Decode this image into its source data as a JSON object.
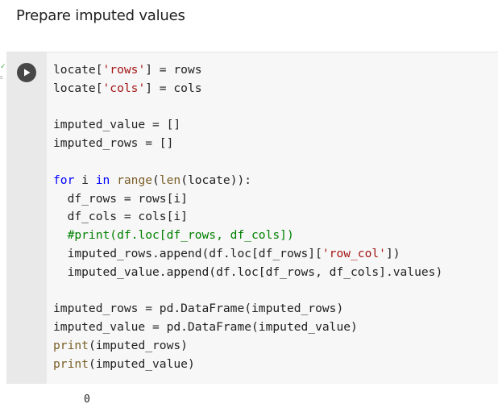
{
  "section": {
    "title": "Prepare imputed values"
  },
  "cell": {
    "run_icon": "play-icon",
    "status": {
      "check": "✓",
      "exec": "s"
    },
    "code_lines": [
      [
        {
          "t": "locate[",
          "c": ""
        },
        {
          "t": "'rows'",
          "c": "str"
        },
        {
          "t": "] = rows",
          "c": ""
        }
      ],
      [
        {
          "t": "locate[",
          "c": ""
        },
        {
          "t": "'cols'",
          "c": "str"
        },
        {
          "t": "] = cols",
          "c": ""
        }
      ],
      [],
      [
        {
          "t": "imputed_value = []",
          "c": ""
        }
      ],
      [
        {
          "t": "imputed_rows = []",
          "c": ""
        }
      ],
      [],
      [
        {
          "t": "for",
          "c": "kw"
        },
        {
          "t": " i ",
          "c": ""
        },
        {
          "t": "in",
          "c": "kw"
        },
        {
          "t": " ",
          "c": ""
        },
        {
          "t": "range",
          "c": "bi"
        },
        {
          "t": "(",
          "c": ""
        },
        {
          "t": "len",
          "c": "bi"
        },
        {
          "t": "(locate)):",
          "c": ""
        }
      ],
      [
        {
          "t": "  df_rows = rows[i]",
          "c": ""
        }
      ],
      [
        {
          "t": "  df_cols = cols[i]",
          "c": ""
        }
      ],
      [
        {
          "t": "  ",
          "c": ""
        },
        {
          "t": "#print(df.loc[df_rows, df_cols])",
          "c": "cm"
        }
      ],
      [
        {
          "t": "  imputed_rows.append(df.loc[df_rows][",
          "c": ""
        },
        {
          "t": "'row_col'",
          "c": "str"
        },
        {
          "t": "])",
          "c": ""
        }
      ],
      [
        {
          "t": "  imputed_value.append(df.loc[df_rows, df_cols].values)",
          "c": ""
        }
      ],
      [],
      [
        {
          "t": "imputed_rows = pd.DataFrame(imputed_rows)",
          "c": ""
        }
      ],
      [
        {
          "t": "imputed_value = pd.DataFrame(imputed_value)",
          "c": ""
        }
      ],
      [
        {
          "t": "print",
          "c": "bi"
        },
        {
          "t": "(imputed_rows)",
          "c": ""
        }
      ],
      [
        {
          "t": "print",
          "c": "bi"
        },
        {
          "t": "(imputed_value)",
          "c": ""
        }
      ]
    ]
  },
  "output": {
    "first_line": "0"
  }
}
